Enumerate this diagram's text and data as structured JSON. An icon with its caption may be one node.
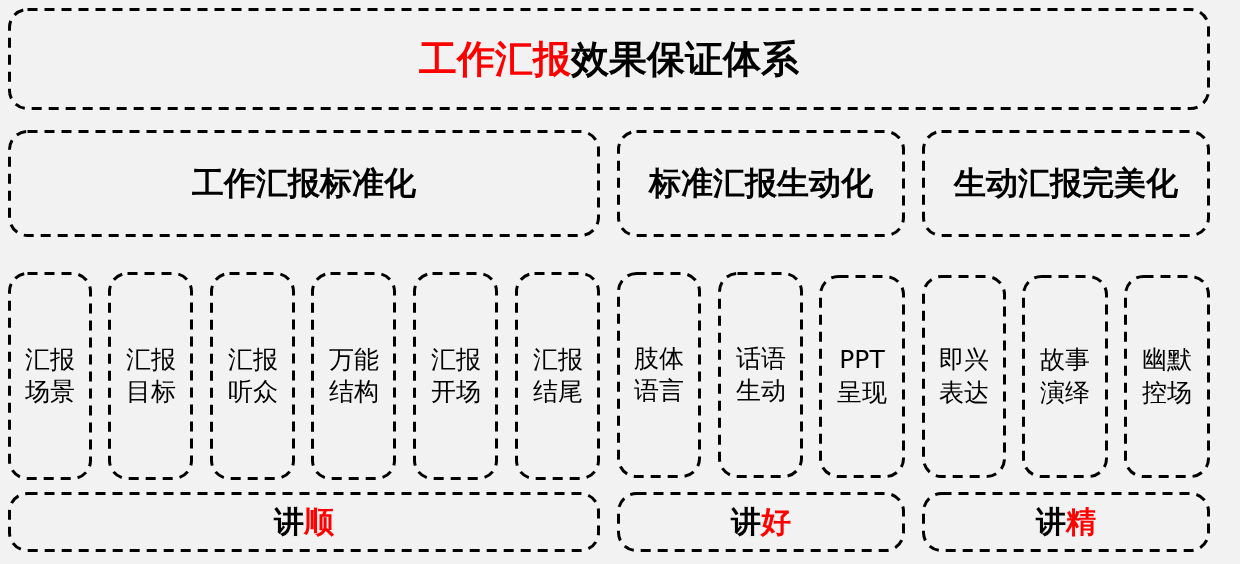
{
  "diagram": {
    "nodes": [
      {
        "text": [
          "**工作汇报**效果保证体系"
        ]
      },
      {
        "text": [
          "工作汇报标准化"
        ]
      },
      {
        "text": [
          "标准汇报生动化"
        ]
      },
      {
        "text": [
          "生动汇报完美化"
        ]
      },
      {
        "text": [
          "汇报场景"
        ]
      },
      {
        "text": [
          "汇报目标"
        ]
      },
      {
        "text": [
          "汇报听众"
        ]
      },
      {
        "text": [
          "万能结构"
        ]
      },
      {
        "text": [
          "汇报开场"
        ]
      },
      {
        "text": [
          "汇报结尾"
        ]
      },
      {
        "text": [
          "肢体语言"
        ]
      },
      {
        "text": [
          "话语生动"
        ]
      },
      {
        "text": [
          "PPT呈现"
        ]
      },
      {
        "text": [
          "即兴表达"
        ]
      },
      {
        "text": [
          "故事演绎"
        ]
      },
      {
        "text": [
          "幽默控场"
        ]
      },
      {
        "text": [
          "讲**顺**"
        ]
      },
      {
        "text": [
          "讲**好**"
        ]
      },
      {
        "text": [
          "讲**精**"
        ]
      }
    ]
  }
}
